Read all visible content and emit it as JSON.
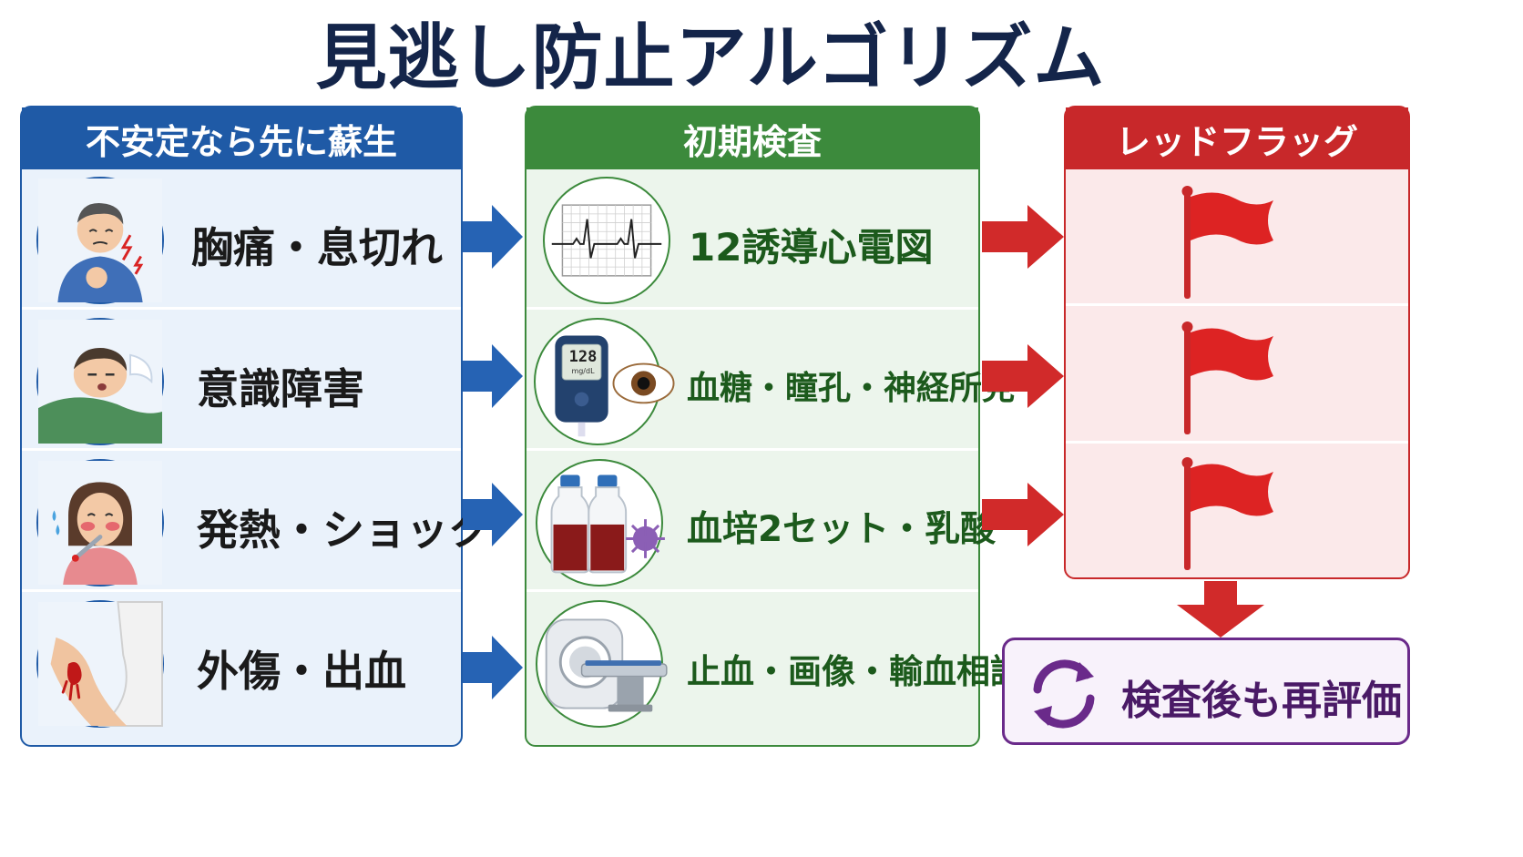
{
  "title": "見逃し防止アルゴリズム",
  "columns": {
    "resuscitation": {
      "header": "不安定なら先に蘇生",
      "color": "#1f5aa6",
      "items": [
        {
          "label": "胸痛・息切れ",
          "icon": "chest-pain-person-icon"
        },
        {
          "label": "意識障害",
          "icon": "unconscious-person-icon"
        },
        {
          "label": "発熱・ショック",
          "icon": "fever-person-icon"
        },
        {
          "label": "外傷・出血",
          "icon": "bleeding-arm-icon"
        }
      ]
    },
    "initial_tests": {
      "header": "初期検査",
      "color": "#3c8a3c",
      "items": [
        {
          "label": "12誘導心電図",
          "icon": "ecg-icon"
        },
        {
          "label": "血糖・瞳孔・神経所見",
          "icon": "glucose-meter-eye-icon",
          "meter_reading": "128",
          "meter_unit": "mg/dL"
        },
        {
          "label": "血培2セット・乳酸",
          "icon": "blood-culture-bottles-icon"
        },
        {
          "label": "止血・画像・輸血相談",
          "icon": "ct-scanner-icon"
        }
      ]
    },
    "red_flags": {
      "header": "レッドフラッグ",
      "color": "#c8282a",
      "flags": [
        "red-flag-icon",
        "red-flag-icon",
        "red-flag-icon"
      ]
    }
  },
  "reassess": {
    "label": "検査後も再評価",
    "color": "#6a2a8a",
    "icon": "refresh-cycle-icon"
  }
}
